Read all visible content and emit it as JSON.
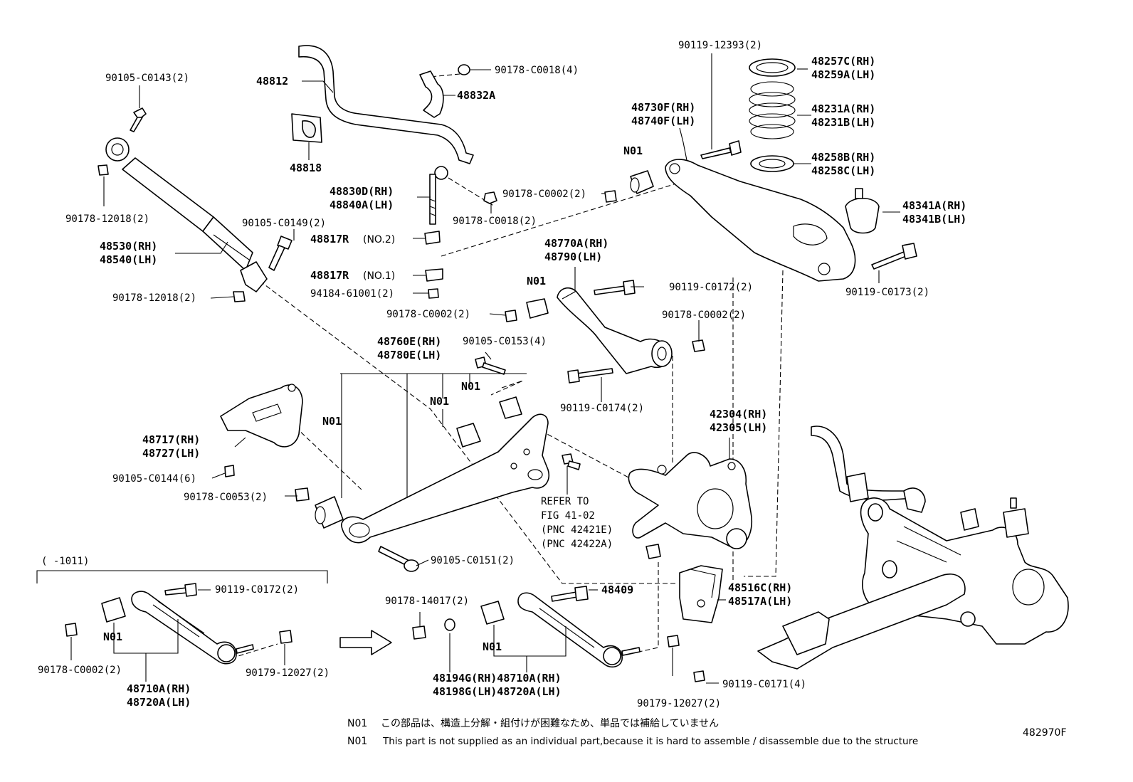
{
  "labels": {
    "p90105_C0143": "90105-C0143(2)",
    "p48812": "48812",
    "p90178_C0018_top": "90178-C0018(4)",
    "p48832A": "48832A",
    "p48818": "48818",
    "p90178_12018_a": "90178-12018(2)",
    "p90105_C0149": "90105-C0149(2)",
    "p48530": "48530(RH)",
    "p48540": "48540(LH)",
    "p90178_12018_b": "90178-12018(2)",
    "p48830D": "48830D(RH)",
    "p48840A": "48840A(LH)",
    "p90178_C0018_b": "90178-C0018(2)",
    "p48817R_2": "48817R",
    "p48817R_2_sub": "(NO.2)",
    "p48817R_1": "48817R",
    "p48817R_1_sub": "(NO.1)",
    "p94184": "94184-61001(2)",
    "p90178_C0002_a": "90178-C0002(2)",
    "p48770A": "48770A(RH)",
    "p48790": "48790(LH)",
    "p90119_C0172_a": "90119-C0172(2)",
    "p90178_C0002_b": "90178-C0002(2)",
    "p48760E": "48760E(RH)",
    "p48780E": "48780E(LH)",
    "p90105_C0153": "90105-C0153(4)",
    "p90119_C0174": "90119-C0174(2)",
    "p90119_12393": "90119-12393(2)",
    "p48257C": "48257C(RH)",
    "p48259A": "48259A(LH)",
    "p48730F": "48730F(RH)",
    "p48740F": "48740F(LH)",
    "p48231A": "48231A(RH)",
    "p48231B": "48231B(LH)",
    "p90178_C0002_c": "90178-C0002(2)",
    "p48258B": "48258B(RH)",
    "p48258C": "48258C(LH)",
    "p48341A": "48341A(RH)",
    "p48341B": "48341B(LH)",
    "p90119_C0173": "90119-C0173(2)",
    "p42304": "42304(RH)",
    "p42305": "42305(LH)",
    "p48717": "48717(RH)",
    "p48727": "48727(LH)",
    "p90105_C0144": "90105-C0144(6)",
    "p90178_C0053": "90178-C0053(2)",
    "refer_1": "REFER TO",
    "refer_2": "FIG 41-02",
    "refer_3": "(PNC 42421E)",
    "refer_4": "(PNC 42422A)",
    "p90105_C0151": "90105-C0151(2)",
    "range": "(    -1011)",
    "p90119_C0172_b": "90119-C0172(2)",
    "p90178_C0002_d": "90178-C0002(2)",
    "p90179_12027_a": "90179-12027(2)",
    "p48710A_a": "48710A(RH)",
    "p48720A_a": "48720A(LH)",
    "p90178_14017": "90178-14017(2)",
    "p48409": "48409",
    "p48516C": "48516C(RH)",
    "p48517A": "48517A(LH)",
    "p48194G": "48194G(RH)48710A(RH)",
    "p48198G": "48198G(LH)48720A(LH)",
    "p90179_12027_b": "90179-12027(2)",
    "p90119_C0171": "90119-C0171(4)",
    "n01": "N01",
    "note_code_1": "N01",
    "note_jp": "この部品は、構造上分解・組付けが困難なため、単品では補給していません",
    "note_code_2": "N01",
    "note_en": "This part is not supplied as an individual part,because it is hard to assemble / disassemble due to the structure",
    "figure_id": "482970F"
  }
}
